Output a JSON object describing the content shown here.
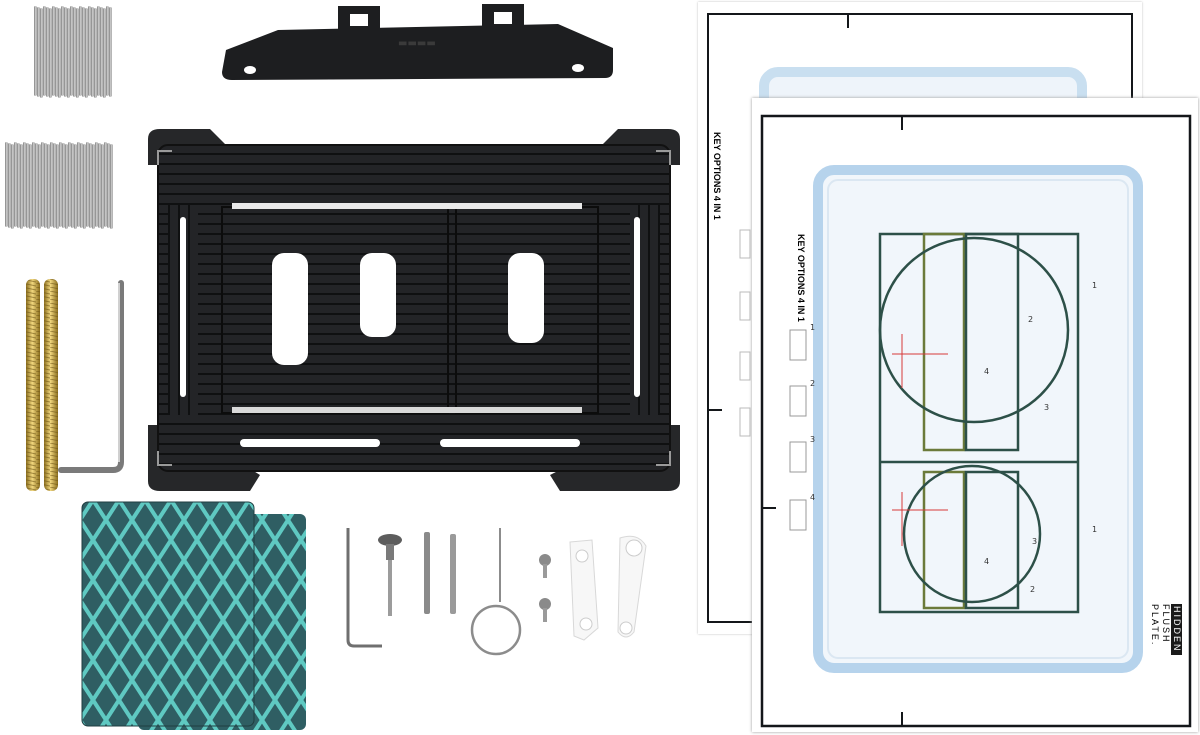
{
  "colors": {
    "background": "#ffffff",
    "plastic": "#1b1c1e",
    "steel": "#a8a8a8",
    "brass": "#c8a640",
    "sandpaper": "#2f9a9a",
    "template_border": "#14171a",
    "template_blue": "#c9dff0"
  },
  "templates": {
    "back": {
      "title": "KEY OPTIONS 4 IN 1"
    },
    "front": {
      "title": "KEY OPTIONS 4 IN 1",
      "brand_line1": "HIDDEN",
      "brand_line2": "FLUSH",
      "brand_line3": "PLATE.",
      "options": [
        "1",
        "2",
        "3",
        "4"
      ],
      "cutout_labels": [
        "1",
        "2",
        "3",
        "4",
        "1",
        "2",
        "3",
        "4"
      ]
    }
  },
  "items": {
    "guide_bar_icon": "mounting-guide-bar",
    "jig_icon": "routing-jig",
    "pins_icon": "steel-pins",
    "rods_icon": "threaded-brass-rods",
    "hex_key_icon": "hex-key",
    "sandpaper_icon": "sanding-sheets",
    "small_parts_icon": "hardware-kit",
    "strap_icon": "plastic-strap"
  }
}
